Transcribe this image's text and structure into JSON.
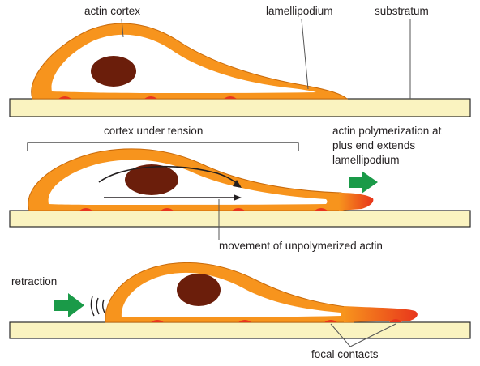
{
  "diagram": {
    "labels": {
      "actin_cortex": "actin cortex",
      "lamellipodium": "lamellipodium",
      "substratum": "substratum",
      "cortex_under_tension": "cortex under tension",
      "polymerization_line1": "actin polymerization at",
      "polymerization_line2": "plus end extends",
      "polymerization_line3": "lamellipodium",
      "movement": "movement of unpolymerized actin",
      "retraction": "retraction",
      "focal_contacts": "focal contacts"
    },
    "colors": {
      "cortex_orange": "#f7941d",
      "cell_interior": "#ffffff",
      "nucleus_brown": "#6b1e0b",
      "substratum_fill": "#faf3c0",
      "polymerization_red": "#e8361c",
      "arrow_green": "#1a9a48",
      "leader_line": "#555555",
      "text": "#231f20"
    }
  }
}
